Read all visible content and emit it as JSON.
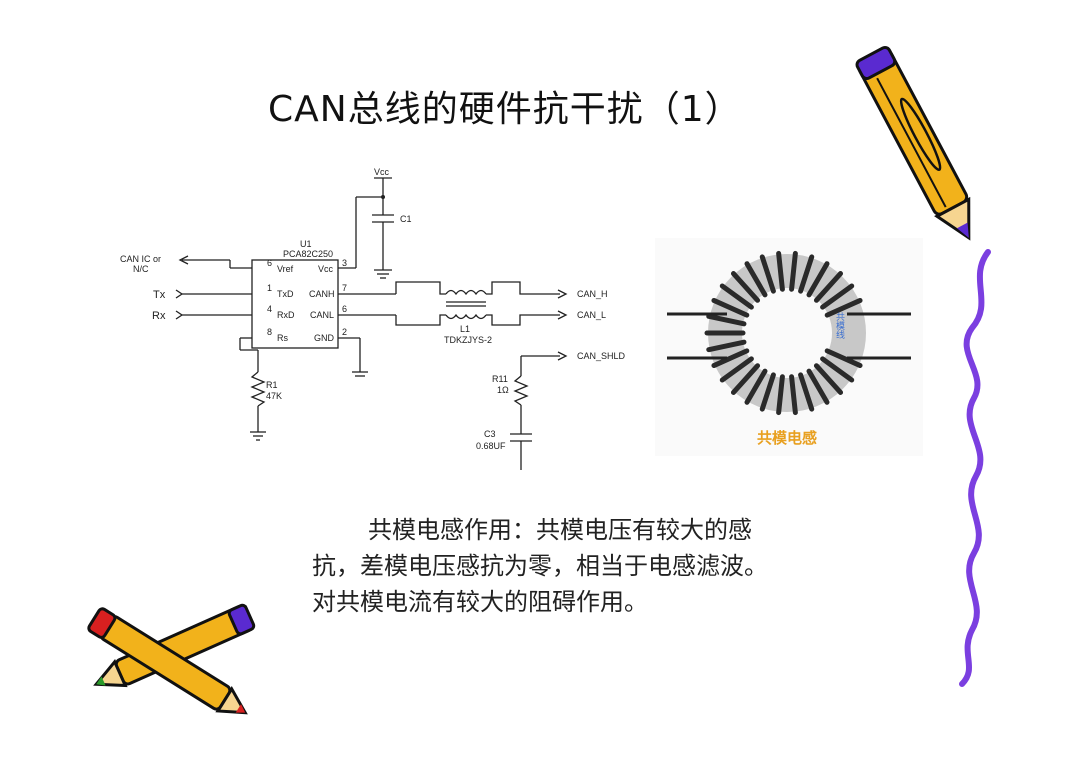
{
  "slide": {
    "title": "CAN总线的硬件抗干扰（1）",
    "body_lines": [
      "共模电感作用：共模电压有较大的感",
      "抗，差模电压感抗为零，相当于电感滤波。",
      "对共模电流有较大的阻碍作用。"
    ]
  },
  "schematic": {
    "vcc": "Vcc",
    "c1": "C1",
    "u1_ref": "U1",
    "u1_part": "PCA82C250",
    "left_signals": [
      "CAN IC or",
      "N/C",
      "Tx",
      "Rx"
    ],
    "pin_labels_left": [
      "Vref",
      "TxD",
      "RxD",
      "Rs"
    ],
    "pin_labels_right": [
      "Vcc",
      "CANH",
      "CANL",
      "GND"
    ],
    "pin_numbers_left": [
      "6",
      "1",
      "4",
      "8"
    ],
    "pin_numbers_right": [
      "3",
      "7",
      "6",
      "2"
    ],
    "l1_ref": "L1",
    "l1_part": "TDKZJYS-2",
    "outputs": [
      "CAN_H",
      "CAN_L",
      "CAN_SHLD"
    ],
    "r1": [
      "R1",
      "47K"
    ],
    "r11": [
      "R11",
      "1Ω"
    ],
    "c3": [
      "C3",
      "0.68UF"
    ]
  },
  "toroid": {
    "caption": "共模电感",
    "side_text": "共模线"
  },
  "colors": {
    "caption": "#e8a020",
    "side_text": "#3b6fd0",
    "squiggle": "#7b3fe0",
    "pencil_body": "#f2b21b",
    "pencil_lead_red": "#d82020",
    "pencil_lead_green": "#2a9a2a",
    "pencil_purple": "#5a2ad0"
  }
}
